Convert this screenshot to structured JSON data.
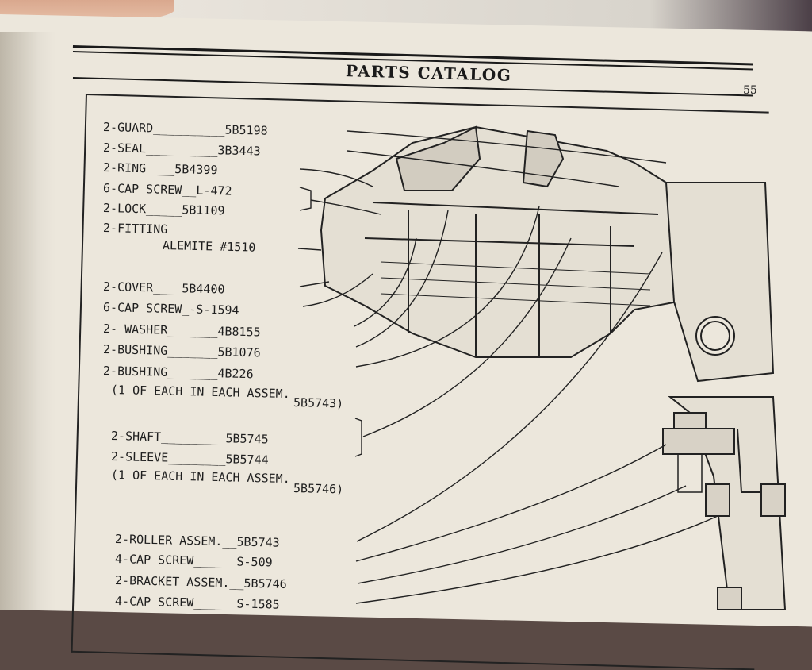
{
  "header": {
    "title": "PARTS CATALOG",
    "page_number": "55"
  },
  "labels": [
    "2-GUARD__________5B5198",
    "2-SEAL__________3B3443",
    "2-RING____5B4399",
    "6-CAP SCREW__L-472",
    "2-LOCK_____5B1109",
    "2-FITTING",
    "ALEMITE #1510",
    "2-COVER____5B4400",
    "6-CAP SCREW_-S-1594",
    "2- WASHER_______4B8155",
    "2-BUSHING_______5B1076",
    "2-BUSHING_______4B226",
    "(1 OF EACH IN EACH ASSEM.",
    "5B5743)",
    "2-SHAFT_________5B5745",
    "2-SLEEVE________5B5744",
    "(1 OF EACH IN EACH ASSEM.",
    "5B5746)",
    "2-ROLLER ASSEM.__5B5743",
    "4-CAP SCREW______S-509",
    "2-BRACKET ASSEM.__5B5746",
    "4-CAP SCREW______S-1585"
  ]
}
